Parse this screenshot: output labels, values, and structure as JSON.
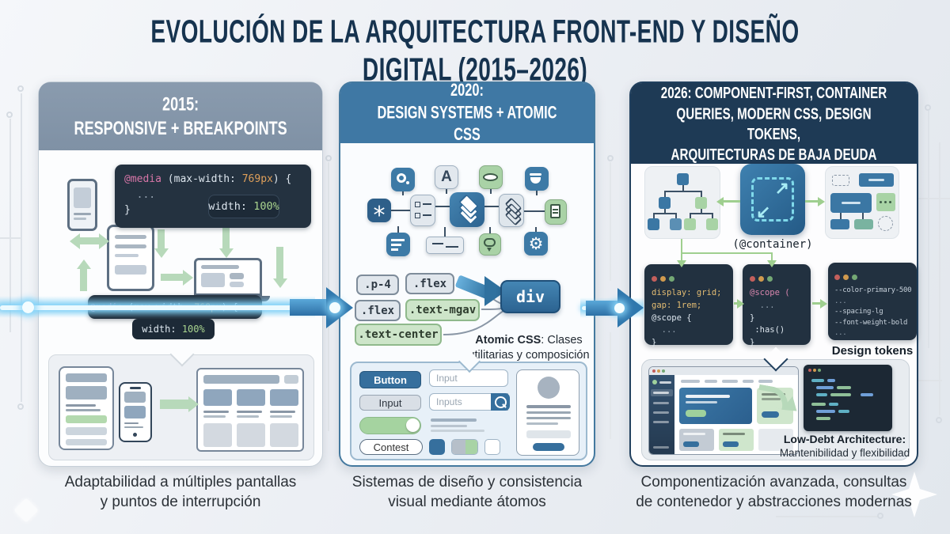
{
  "title": "EVOLUCIÓN DE LA ARQUITECTURA FRONT-END Y DISEÑO DIGITAL (2015–2026)",
  "colors": {
    "panel_2015_header": "#8496aa",
    "panel_2020_header": "#3f78a4",
    "panel_2026_header": "#1e3a55",
    "band_glow": "#7fd0f5",
    "arrow_blue": "#2f77ad",
    "arrow_green": "#b7d9ba",
    "code_background": "#243240"
  },
  "icons": {
    "gear": "⚙",
    "asterisk": "*",
    "expand_ne": "↗",
    "expand_sw": "↙"
  },
  "panel_2015": {
    "header": "2015:\nRESPONSIVE + BREAKPOINTS",
    "code_media": {
      "kw": "@media",
      "mid": " (max-width: ",
      "val": "769px",
      "end": ") {",
      "dots": "  ...",
      "close": "}"
    },
    "width_badge": {
      "prop": "width: ",
      "val": "100%"
    },
    "band_media": {
      "kw": "@media",
      "mid": " (max-width: ",
      "val": "768px",
      "end": ") { ..."
    },
    "band_width": {
      "prop": "width: ",
      "val": "100%"
    },
    "caption": "Adaptabilidad a múltiples pantallas\ny puntos de interrupción"
  },
  "panel_2020": {
    "header": "2020:\nDESIGN SYSTEMS + ATOMIC CSS",
    "letter_tile": "A",
    "chips": [
      ".p-4",
      ".flex",
      ".flex",
      ".text-mgav",
      ".text-center"
    ],
    "div_label": "div",
    "atomic_bold": "Atomic CSS",
    "atomic_rest": ": Clases\nutilitarias y composición",
    "kit": {
      "button": "Button",
      "input_button": "Input",
      "contest": "Contest",
      "input_placeholder": "Input",
      "search_placeholder": "Inputs"
    },
    "caption": "Sistemas de diseño y consistencia\nvisual mediante átomos"
  },
  "panel_2026": {
    "header": "2026: COMPONENT-FIRST, CONTAINER\nQUERIES, MODERN CSS, DESIGN TOKENS,\nARQUITECTURAS DE BAJA DEUDA",
    "container_label": "(@container)",
    "code_grid": [
      "display: grid;",
      "gap: 1rem;",
      "@scope {",
      "  ...",
      "}"
    ],
    "code_scope": [
      "@scope (",
      "  ...",
      "}",
      " :has()",
      "}"
    ],
    "code_tokens": [
      "--color-primary-500",
      "...",
      "--spacing-lg",
      "--font-weight-bold",
      "..."
    ],
    "tokens_label": "Design tokens",
    "lowdebt_title": "Low-Debt Architecture:",
    "lowdebt_sub": "Mantenibilidad y flexibilidad",
    "caption": "Componentización avanzada, consultas\nde contenedor y abstracciones modernas"
  }
}
